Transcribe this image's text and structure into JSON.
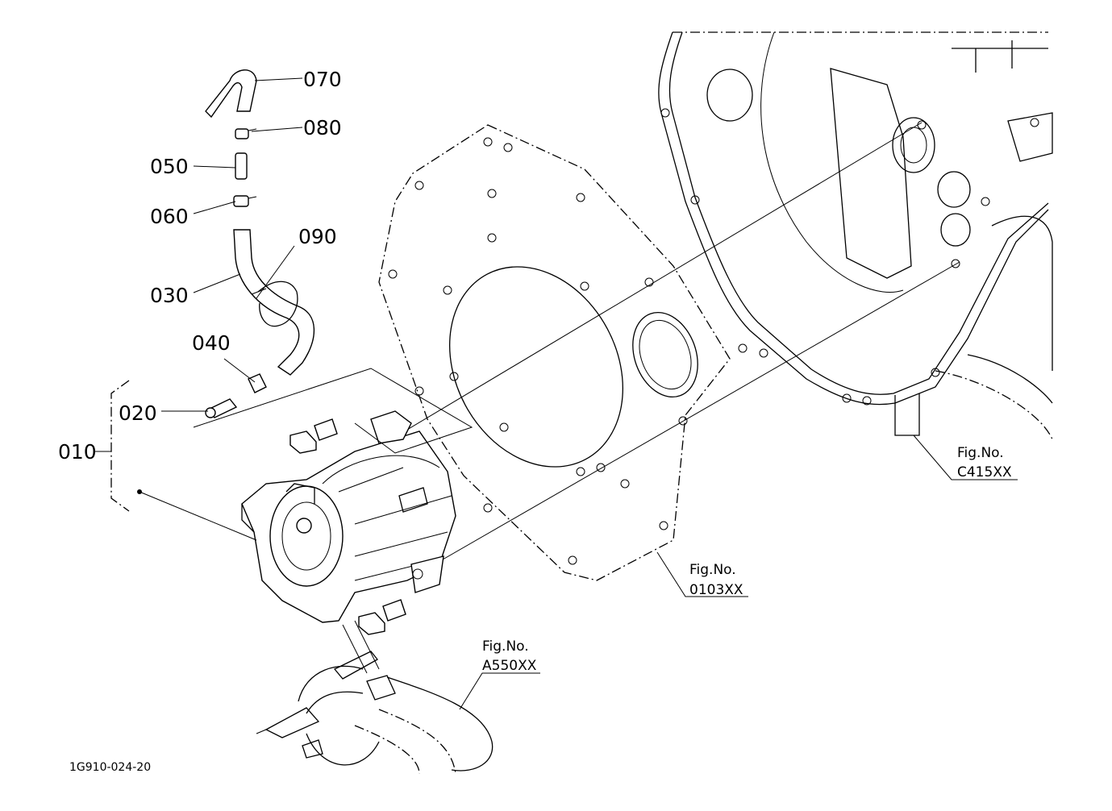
{
  "diagram": {
    "callouts": {
      "c070": "070",
      "c080": "080",
      "c050": "050",
      "c060": "060",
      "c090": "090",
      "c030": "030",
      "c040": "040",
      "c020": "020",
      "c010": "010"
    },
    "references": {
      "c415_label": "Fig.No.",
      "c415_number": "C415XX",
      "p0103_label": "Fig.No.",
      "p0103_number": "0103XX",
      "a550_label": "Fig.No.",
      "a550_number": "A550XX"
    },
    "drawing_code": "1G910-024-20"
  }
}
